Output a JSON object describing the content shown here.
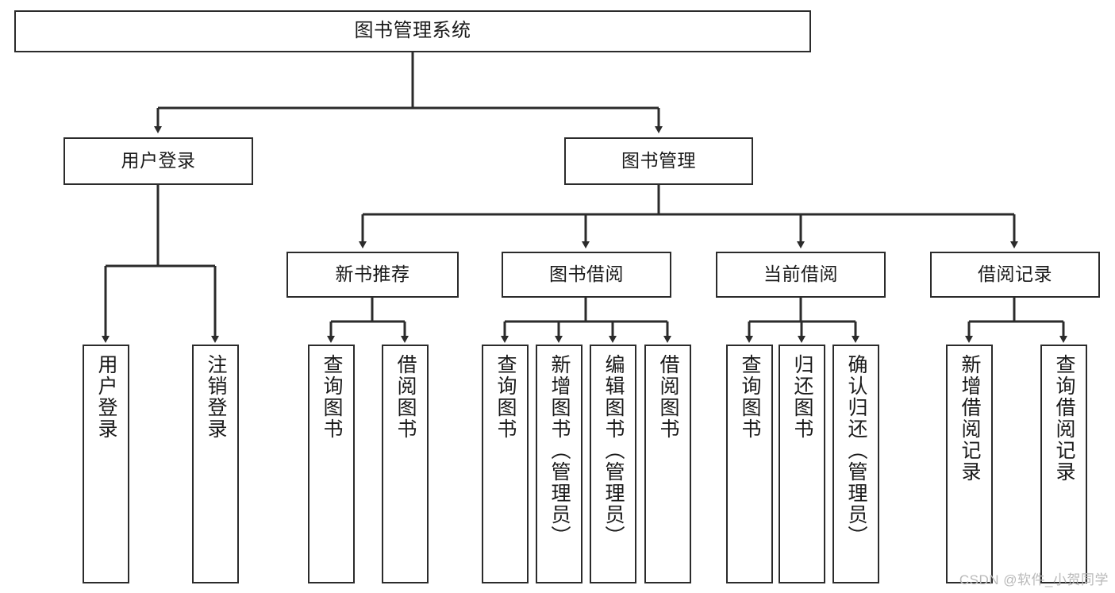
{
  "diagram": {
    "title": "图书管理系统",
    "type": "tree",
    "watermark": "CSDN @软件_小贺同学",
    "colors": {
      "box_border": "#2b2b2b",
      "box_fill": "#ffffff",
      "edge": "#2b2b2b",
      "text": "#1a1a1a",
      "watermark": "#b9b9b9",
      "background": "#ffffff"
    },
    "nodes": {
      "root": {
        "label": "图书管理系统",
        "orientation": "horizontal"
      },
      "level1": [
        {
          "label": "用户登录",
          "orientation": "horizontal"
        },
        {
          "label": "图书管理",
          "orientation": "horizontal"
        }
      ],
      "level2": [
        {
          "label": "新书推荐",
          "orientation": "horizontal"
        },
        {
          "label": "图书借阅",
          "orientation": "horizontal"
        },
        {
          "label": "当前借阅",
          "orientation": "horizontal"
        },
        {
          "label": "借阅记录",
          "orientation": "horizontal"
        }
      ],
      "leaves": {
        "user_login": [
          {
            "label": "用户登录",
            "orientation": "vertical"
          },
          {
            "label": "注销登录",
            "orientation": "vertical"
          }
        ],
        "new_book_recommend": [
          {
            "label": "查询图书",
            "orientation": "vertical"
          },
          {
            "label": "借阅图书",
            "orientation": "vertical"
          }
        ],
        "book_borrow": [
          {
            "label": "查询图书",
            "orientation": "vertical"
          },
          {
            "label": "新增图书（管理员）",
            "orientation": "vertical"
          },
          {
            "label": "编辑图书（管理员）",
            "orientation": "vertical"
          },
          {
            "label": "借阅图书",
            "orientation": "vertical"
          }
        ],
        "current_borrow": [
          {
            "label": "查询图书",
            "orientation": "vertical"
          },
          {
            "label": "归还图书",
            "orientation": "vertical"
          },
          {
            "label": "确认归还（管理员）",
            "orientation": "vertical"
          }
        ],
        "borrow_record": [
          {
            "label": "新增借阅记录",
            "orientation": "vertical"
          },
          {
            "label": "查询借阅记录",
            "orientation": "vertical"
          }
        ]
      }
    }
  }
}
